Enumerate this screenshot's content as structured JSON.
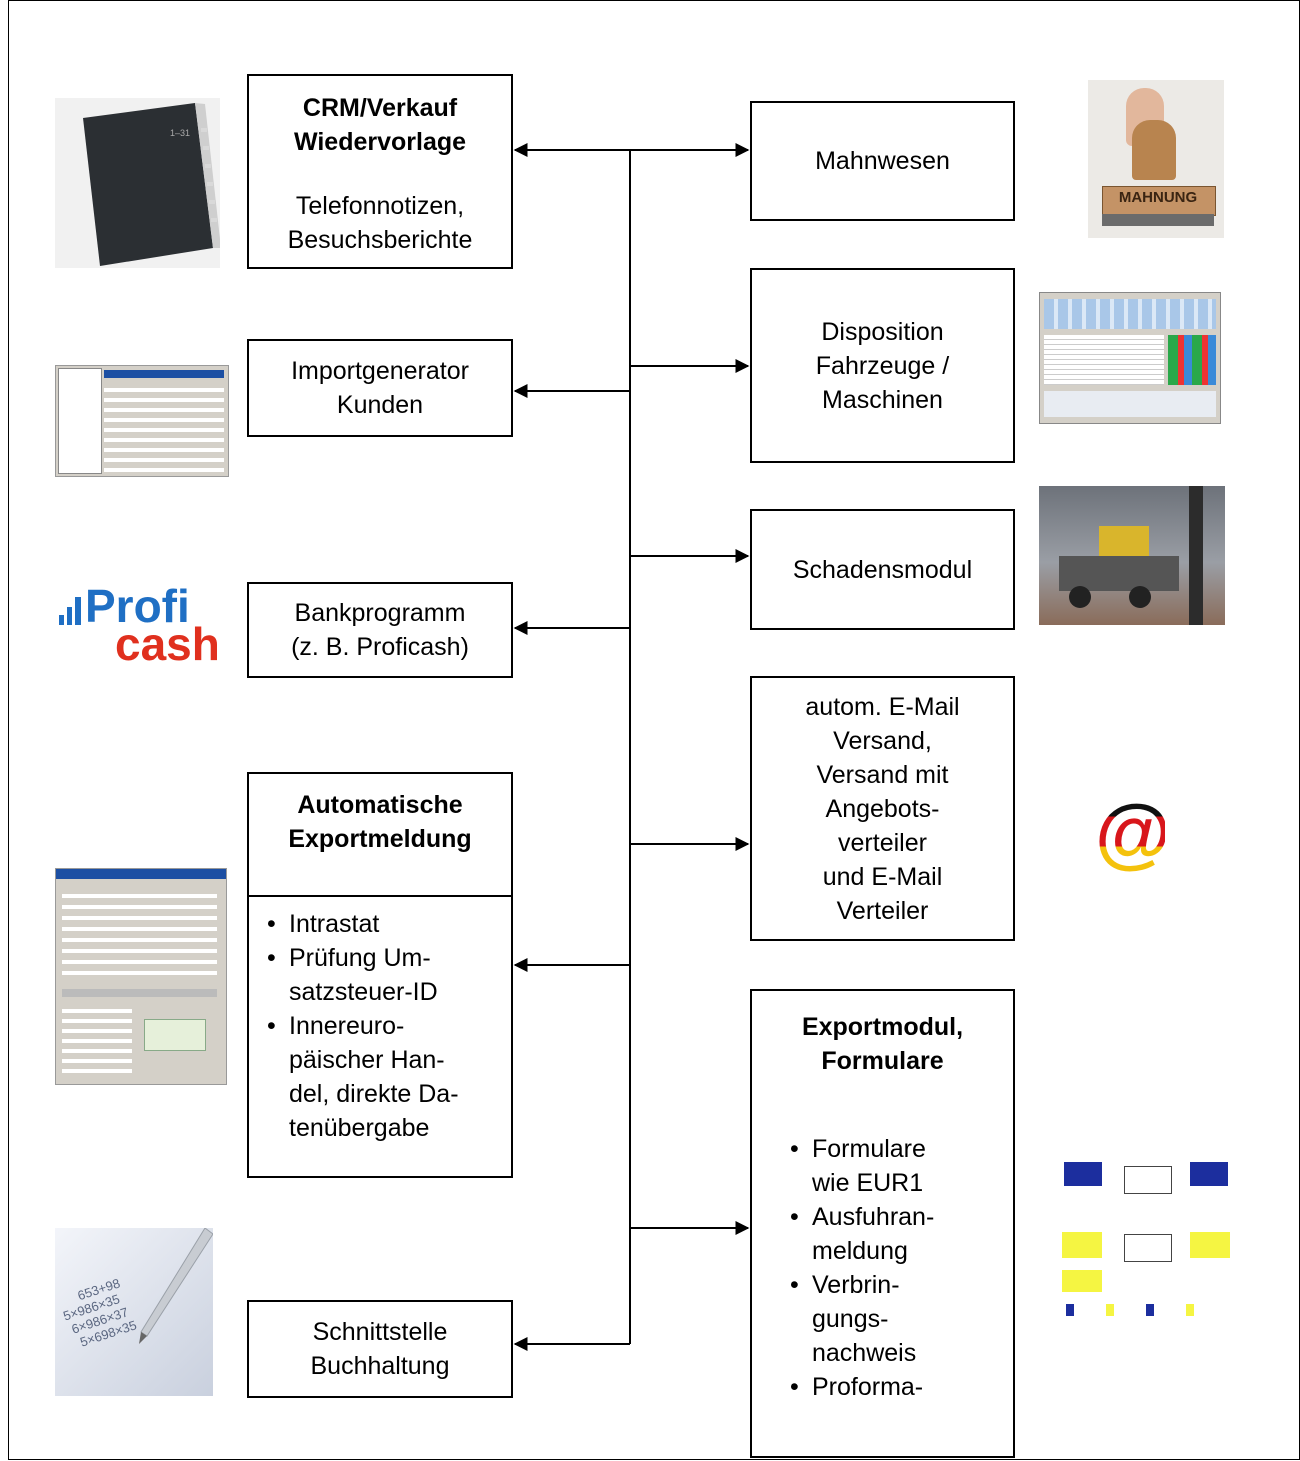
{
  "left_modules": [
    {
      "title": [
        "CRM/Verkauf",
        "Wiedervorlage"
      ],
      "lines": [
        "Telefonnotizen,",
        "Besuchsberichte"
      ]
    },
    {
      "lines": [
        "Importgenerator",
        "Kunden"
      ]
    },
    {
      "lines": [
        "Bankprogramm",
        "(z. B. Proficash)"
      ]
    },
    {
      "title": [
        "Automatische",
        "Exportmeldung"
      ],
      "bullets": [
        [
          "Intrastat"
        ],
        [
          "Prüfung Um-",
          "satzsteuer-ID"
        ],
        [
          "Innereuro-",
          "päischer Han-",
          "del, direkte Da-",
          "tenübergabe"
        ]
      ]
    },
    {
      "lines": [
        "Schnittstelle",
        "Buchhaltung"
      ]
    }
  ],
  "right_modules": [
    {
      "lines": [
        "Mahnwesen"
      ]
    },
    {
      "lines": [
        "Disposition",
        "Fahrzeuge /",
        "Maschinen"
      ]
    },
    {
      "lines": [
        "Schadensmodul"
      ]
    },
    {
      "lines": [
        "autom. E-Mail",
        "Versand,",
        "Versand mit",
        "Angebots-",
        "verteiler",
        "und E-Mail",
        "Verteiler"
      ]
    },
    {
      "title": [
        "Exportmodul,",
        "Formulare"
      ],
      "bullets": [
        [
          "Formulare",
          "wie EUR1"
        ],
        [
          "Ausfuhran-",
          "meldung"
        ],
        [
          "Verbrin-",
          "gungs-",
          "nachweis"
        ],
        [
          "Proforma-"
        ]
      ]
    }
  ],
  "images": {
    "stamp_text": "MAHNUNG",
    "profi_text": "Profi",
    "cash_text": "cash",
    "at_symbol": "@",
    "calc_numbers": [
      "653+98",
      "5×986×35",
      "6×986×37",
      "5×698×35"
    ]
  },
  "colors": {
    "profi_blue": "#1f6fc4",
    "cash_red": "#e0301e",
    "at_red": "#d8161b",
    "at_gold": "#f4c20d",
    "link": "#000000"
  }
}
